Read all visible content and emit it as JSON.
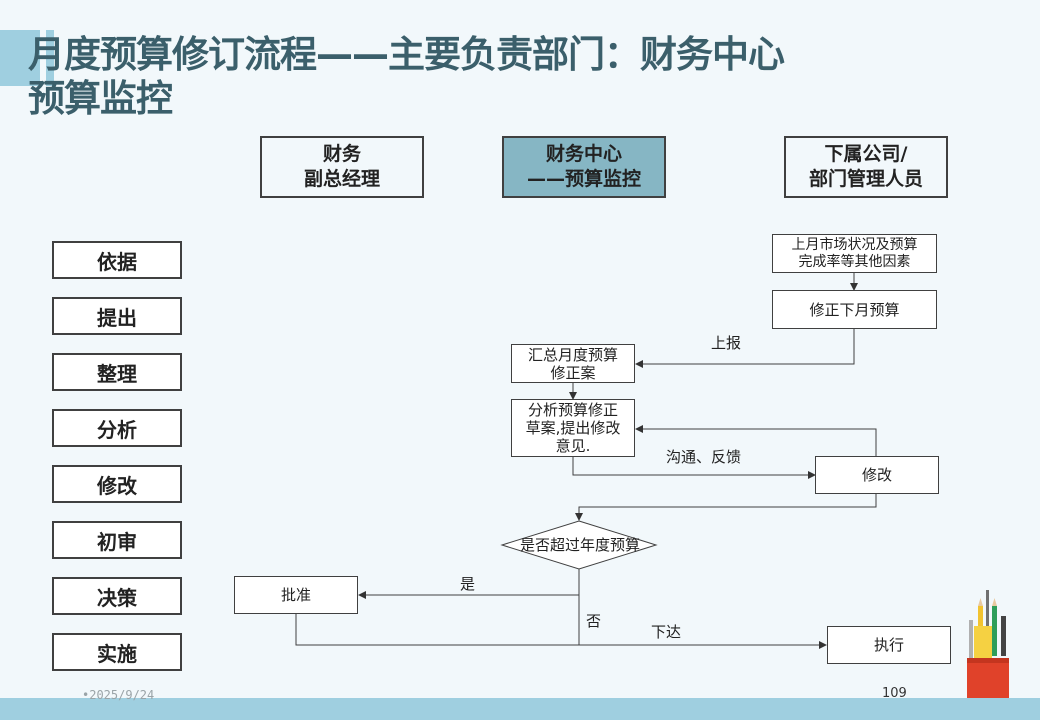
{
  "header": {
    "title_line1": "月度预算修订流程——主要负责部门：财务中心",
    "title_line2": "预算监控"
  },
  "columns": [
    {
      "label": "财务\n副总经理",
      "highlight": false
    },
    {
      "label": "财务中心\n——预算监控",
      "highlight": true
    },
    {
      "label": "下属公司/\n部门管理人员",
      "highlight": false
    }
  ],
  "stages": [
    "依据",
    "提出",
    "整理",
    "分析",
    "修改",
    "初审",
    "决策",
    "实施"
  ],
  "nodes": {
    "basis": "上月市场状况及预算\n完成率等其他因素",
    "revise_next_month": "修正下月预算",
    "summary_draft": "汇总月度预算\n修正案",
    "analyze_draft": "分析预算修正\n草案,提出修改\n意见.",
    "modify": "修改",
    "decision": "是否超过年度预算",
    "approve": "批准",
    "execute": "执行"
  },
  "edge_labels": {
    "report": "上报",
    "feedback": "沟通、反馈",
    "yes": "是",
    "no": "否",
    "issue": "下达"
  },
  "footer": {
    "date": "•2025/9/24",
    "page": "109"
  },
  "colors": {
    "accent": "#9fcfe0",
    "title": "#3b5f6b",
    "highlight_header": "#86b6c4",
    "cup_red": "#e0422a"
  }
}
